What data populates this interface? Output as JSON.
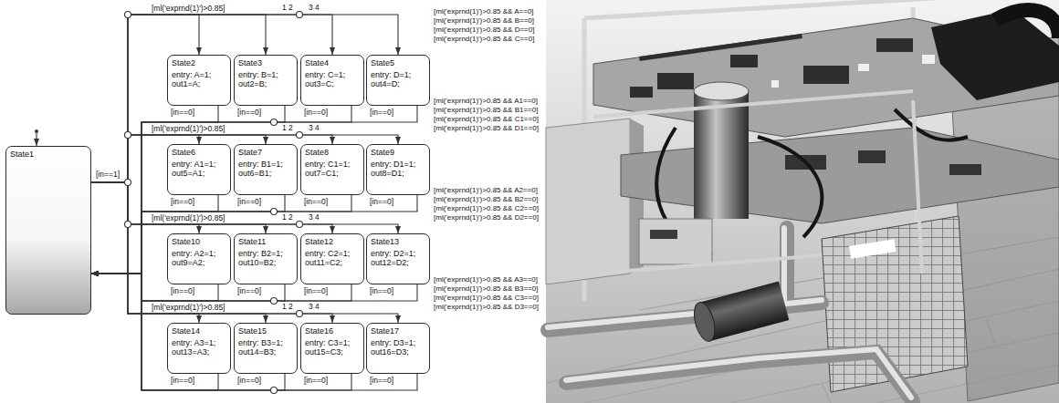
{
  "diagram": {
    "nodes": [
      {
        "text": [
          "State1"
        ]
      },
      {
        "text": [
          "State2",
          "entry: A=1; out1=A;"
        ]
      },
      {
        "text": [
          "State3",
          "entry: B=1; out2=B;"
        ]
      },
      {
        "text": [
          "State4",
          "entry: C=1; out3=C;"
        ]
      },
      {
        "text": [
          "State5",
          "entry: D=1; out4=D;"
        ]
      },
      {
        "text": [
          "State6",
          "entry: A1=1; out5=A1;"
        ]
      },
      {
        "text": [
          "State7",
          "entry: B1=1; out6=B1;"
        ]
      },
      {
        "text": [
          "State8",
          "entry: C1=1; out7=C1;"
        ]
      },
      {
        "text": [
          "State9",
          "entry: D1=1; out8=D1;"
        ]
      },
      {
        "text": [
          "State10",
          "entry: A2=1; out9=A2;"
        ]
      },
      {
        "text": [
          "State11",
          "entry: B2=1; out10=B2;"
        ]
      },
      {
        "text": [
          "State12",
          "entry: C2=1; out11=C2;"
        ]
      },
      {
        "text": [
          "State13",
          "entry: D2=1; out12=D2;"
        ]
      },
      {
        "text": [
          "State14",
          "entry: A3=1; out13=A3;"
        ]
      },
      {
        "text": [
          "State15",
          "entry: B3=1; out14=B3;"
        ]
      },
      {
        "text": [
          "State16",
          "entry: C3=1; out15=C3;"
        ]
      },
      {
        "text": [
          "State17",
          "entry: D3=1; out16=D3;"
        ]
      }
    ],
    "edges": [
      {
        "from": 0,
        "to": 1,
        "arrow": "to"
      },
      {
        "from": 0,
        "to": 2,
        "arrow": "to"
      },
      {
        "from": 0,
        "to": 3,
        "arrow": "to"
      },
      {
        "from": 0,
        "to": 4,
        "arrow": "to"
      },
      {
        "from": 0,
        "to": 5,
        "arrow": "to"
      },
      {
        "from": 0,
        "to": 6,
        "arrow": "to"
      },
      {
        "from": 0,
        "to": 7,
        "arrow": "to"
      },
      {
        "from": 0,
        "to": 8,
        "arrow": "to"
      },
      {
        "from": 0,
        "to": 9,
        "arrow": "to"
      },
      {
        "from": 0,
        "to": 10,
        "arrow": "to"
      },
      {
        "from": 0,
        "to": 11,
        "arrow": "to"
      },
      {
        "from": 0,
        "to": 12,
        "arrow": "to"
      },
      {
        "from": 0,
        "to": 13,
        "arrow": "to"
      },
      {
        "from": 0,
        "to": 14,
        "arrow": "to"
      },
      {
        "from": 0,
        "to": 15,
        "arrow": "to"
      },
      {
        "from": 0,
        "to": 16,
        "arrow": "to"
      },
      {
        "from": 1,
        "to": 0,
        "label": "[in==0]",
        "arrow": "to"
      },
      {
        "from": 2,
        "to": 0,
        "label": "[in==0]",
        "arrow": "to"
      },
      {
        "from": 3,
        "to": 0,
        "label": "[in==0]",
        "arrow": "to"
      },
      {
        "from": 4,
        "to": 0,
        "label": "[in==0]",
        "arrow": "to"
      },
      {
        "from": 5,
        "to": 0,
        "label": "[in==0]",
        "arrow": "to"
      },
      {
        "from": 6,
        "to": 0,
        "label": "[in==0]",
        "arrow": "to"
      },
      {
        "from": 7,
        "to": 0,
        "label": "[in==0]",
        "arrow": "to"
      },
      {
        "from": 8,
        "to": 0,
        "label": "[in==0]",
        "arrow": "to"
      },
      {
        "from": 9,
        "to": 0,
        "label": "[in==0]",
        "arrow": "to"
      },
      {
        "from": 10,
        "to": 0,
        "label": "[in==0]",
        "arrow": "to"
      },
      {
        "from": 11,
        "to": 0,
        "label": "[in==0]",
        "arrow": "to"
      },
      {
        "from": 12,
        "to": 0,
        "label": "[in==0]",
        "arrow": "to"
      },
      {
        "from": 13,
        "to": 0,
        "label": "[in==0]",
        "arrow": "to"
      },
      {
        "from": 14,
        "to": 0,
        "label": "[in==0]",
        "arrow": "to"
      },
      {
        "from": 15,
        "to": 0,
        "label": "[in==0]",
        "arrow": "to"
      },
      {
        "from": 16,
        "to": 0,
        "label": "[in==0]",
        "arrow": "to"
      }
    ],
    "labels": [
      "[in==1]",
      "[ml('exprnd(1)')>0.85]",
      "1",
      "2",
      "3",
      "4",
      "[ml('exprnd(1)')>0.85 && A==0]",
      "[ml('exprnd(1)')>0.85 && B==0]",
      "[ml('exprnd(1)')>0.85 && D==0]",
      "[ml('exprnd(1)')>0.85 && C==0]",
      "[ml('exprnd(1)')>0.85]",
      "1",
      "2",
      "3",
      "4",
      "[ml('exprnd(1)')>0.85 && A1==0]",
      "[ml('exprnd(1)')>0.85 && B1==0]",
      "[ml('exprnd(1)')>0.85 && C1==0]",
      "[ml('exprnd(1)')>0.85 && D1==0]",
      "[ml('exprnd(1)')>0.85]",
      "1",
      "2",
      "3",
      "4",
      "[ml('exprnd(1)')>0.85 && A2==0]",
      "[ml('exprnd(1)')>0.85 && B2==0]",
      "[ml('exprnd(1)')>0.85 && C2==0]",
      "[ml('exprnd(1)')>0.85 && D2==0]",
      "[ml('exprnd(1)')>0.85]",
      "1",
      "2",
      "3",
      "4",
      "[ml('exprnd(1)')>0.85 && A3==0]",
      "[ml('exprnd(1)')>0.85 && B3==0]",
      "[ml('exprnd(1)')>0.85 && C3==0]",
      "[ml('exprnd(1)')>0.85 && D3==0]"
    ]
  }
}
